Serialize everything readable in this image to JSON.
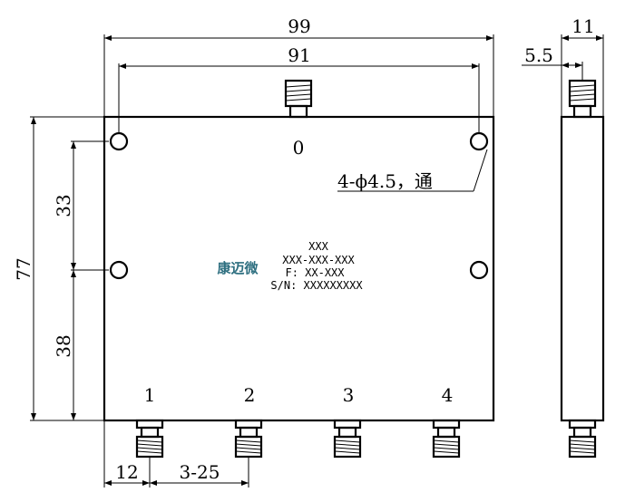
{
  "front_view": {
    "dim_width": "99",
    "dim_hole_spacing": "91",
    "dim_height": "77",
    "dim_upper": "33",
    "dim_lower": "38",
    "dim_first_port": "12",
    "dim_port_pitch": "3-25",
    "hole_note": "4-ϕ4.5，通",
    "input_port": "0",
    "output_ports": [
      "1",
      "2",
      "3",
      "4"
    ],
    "label": {
      "logo": "康迈微",
      "line1": "XXX",
      "line2": "XXX-XXX-XXX",
      "line3": "F: XX-XXX",
      "line4": "S/N: XXXXXXXXX"
    }
  },
  "side_view": {
    "dim_thickness": "11",
    "dim_connector_offset": "5.5"
  }
}
